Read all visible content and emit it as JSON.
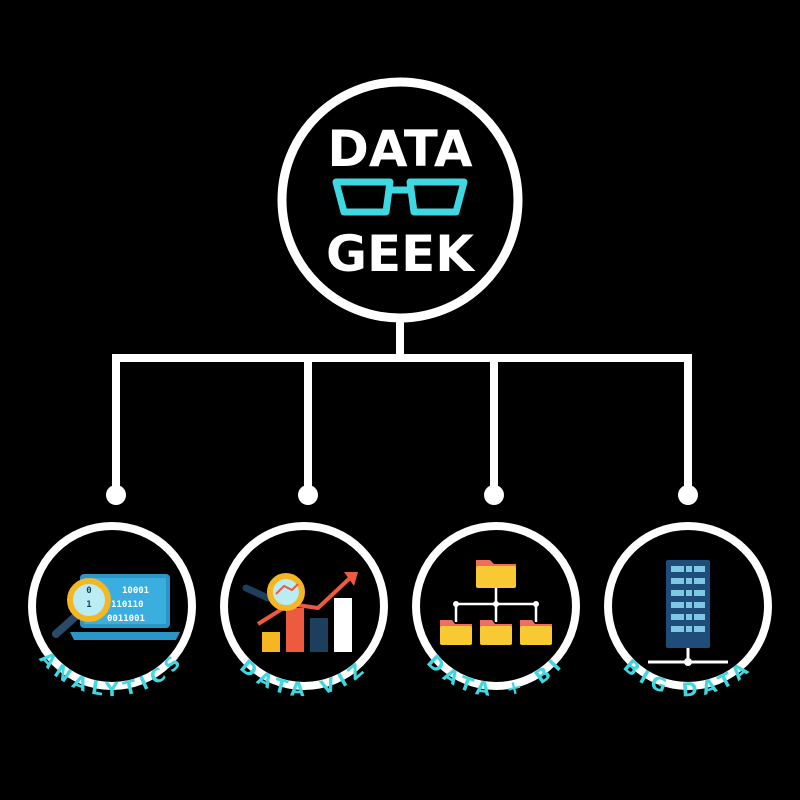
{
  "title": {
    "line1": "DATA",
    "line2": "GEEK"
  },
  "nodes": [
    {
      "key": "analytics",
      "label": "ANALYTICS",
      "icon": "analytics-laptop-icon",
      "binary": [
        "0",
        "10001",
        "1",
        "110110",
        "0011001"
      ]
    },
    {
      "key": "dataviz",
      "label": "DATA VIZ",
      "icon": "bar-chart-trend-icon"
    },
    {
      "key": "databi",
      "label": "DATA + BI",
      "icon": "folder-hierarchy-icon"
    },
    {
      "key": "bigdata",
      "label": "BIG DATA",
      "icon": "server-rack-icon"
    }
  ],
  "colors": {
    "background": "#000000",
    "lines": "#ffffff",
    "accent": "#3fd8e2",
    "glasses": "#3fd8e2",
    "laptop": "#2b95c8",
    "magnifier": "#f5b623",
    "bar_red": "#ee5a3f",
    "bar_orange": "#f5b623",
    "bar_navy": "#1c3f5e",
    "folder": "#f9c934",
    "folder_tab": "#f06e5c",
    "server": "#1f4d79",
    "server_light": "#7ec8e3"
  }
}
